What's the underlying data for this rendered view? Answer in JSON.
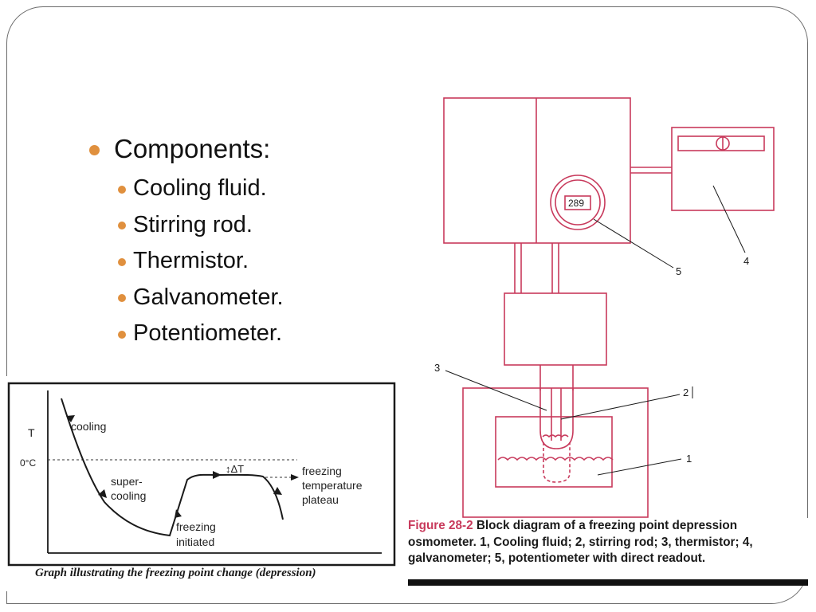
{
  "slide": {
    "heading": "Components:",
    "items": [
      {
        "label": "Cooling fluid."
      },
      {
        "label": "Stirring rod."
      },
      {
        "label": "Thermistor."
      },
      {
        "label": "Galvanometer."
      },
      {
        "label": "Potentiometer."
      }
    ],
    "accent_color": "#e0903e"
  },
  "graph": {
    "y_axis_label": "T",
    "zero_label": "0°C",
    "cooling_label": "cooling",
    "supercooling_label_1": "super-",
    "supercooling_label_2": "cooling",
    "freezing_label_1": "freezing",
    "freezing_label_2": "initiated",
    "delta_label": "↕ΔT",
    "plateau_label_1": "freezing",
    "plateau_label_2": "temperature",
    "plateau_label_3": "plateau",
    "caption": "Graph illustrating the freezing point change (depression)"
  },
  "osmometer": {
    "readout_value": "289",
    "label_1": "1",
    "label_2": "2",
    "label_3": "3",
    "label_4": "4",
    "label_5": "5",
    "line_color": "#c83a5c",
    "caption_label": "Figure 28-2",
    "caption_text": " Block diagram of a freezing point depression osmometer. 1, Cooling fluid; 2, stirring rod; 3, thermistor; 4, galvanometer; 5, potentiometer with direct readout."
  }
}
